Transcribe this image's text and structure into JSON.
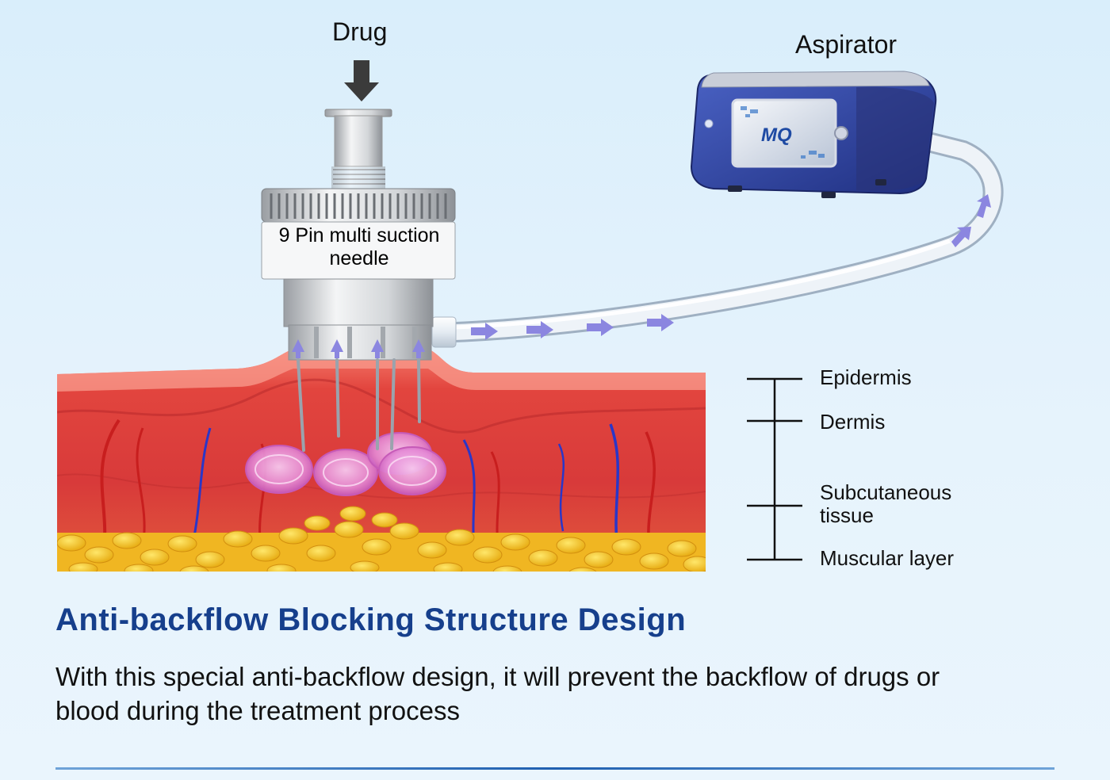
{
  "labels": {
    "drug": "Drug",
    "aspirator": "Aspirator",
    "needle": "9 Pin multi suction needle",
    "device_screen": "MQ"
  },
  "skin_layers": [
    "Epidermis",
    "Dermis",
    "Subcutaneous tissue",
    "Muscular layer"
  ],
  "heading": "Anti-backflow Blocking Structure Design",
  "description": "With this special anti-backflow design, it will prevent the backflow of drugs or blood during the treatment process",
  "colors": {
    "background": "#dcefFB",
    "heading": "#163f8c",
    "device_body": "#2c3f9a",
    "flow_arrow": "#8b86e0",
    "skin": "#e0433f",
    "fat": "#f2c21b"
  },
  "icons": [
    "down-arrow-icon",
    "flow-arrow-icon",
    "suction-bubble-icon"
  ]
}
